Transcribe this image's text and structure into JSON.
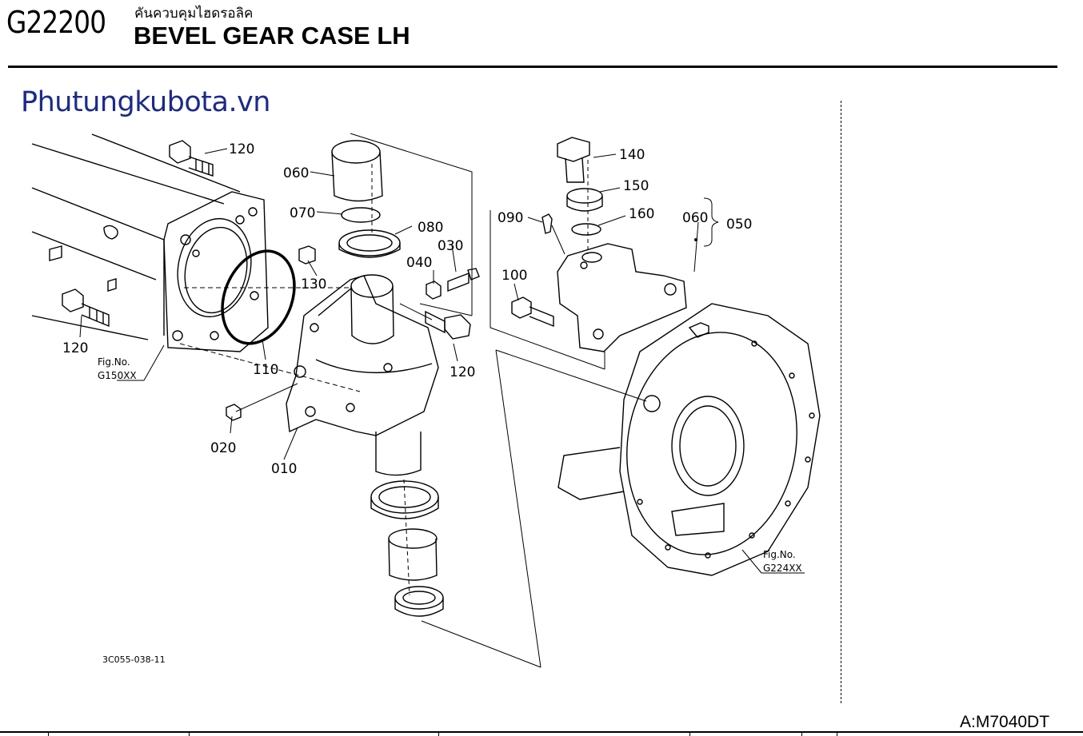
{
  "header": {
    "code": "G22200",
    "title_thai": "คันควบคุมไฮดรอลิค",
    "title": "BEVEL GEAR CASE LH"
  },
  "watermark": "Phutungkubota.vn",
  "callouts": {
    "c120a": "120",
    "c120b": "120",
    "c120c": "120",
    "c060a": "060",
    "c070": "070",
    "c080": "080",
    "c030": "030",
    "c040": "040",
    "c130": "130",
    "c110": "110",
    "c020": "020",
    "c010": "010",
    "c140": "140",
    "c150": "150",
    "c160": "160",
    "c090": "090",
    "c060b": "060",
    "c050": "050",
    "c100": "100"
  },
  "fig_refs": {
    "left_label": "Fig.No.",
    "left_value": "G150XX",
    "right_label": "Fig.No.",
    "right_value": "G224XX"
  },
  "drawing_ref": "3C055-038-11",
  "model": "A:M7040DT"
}
